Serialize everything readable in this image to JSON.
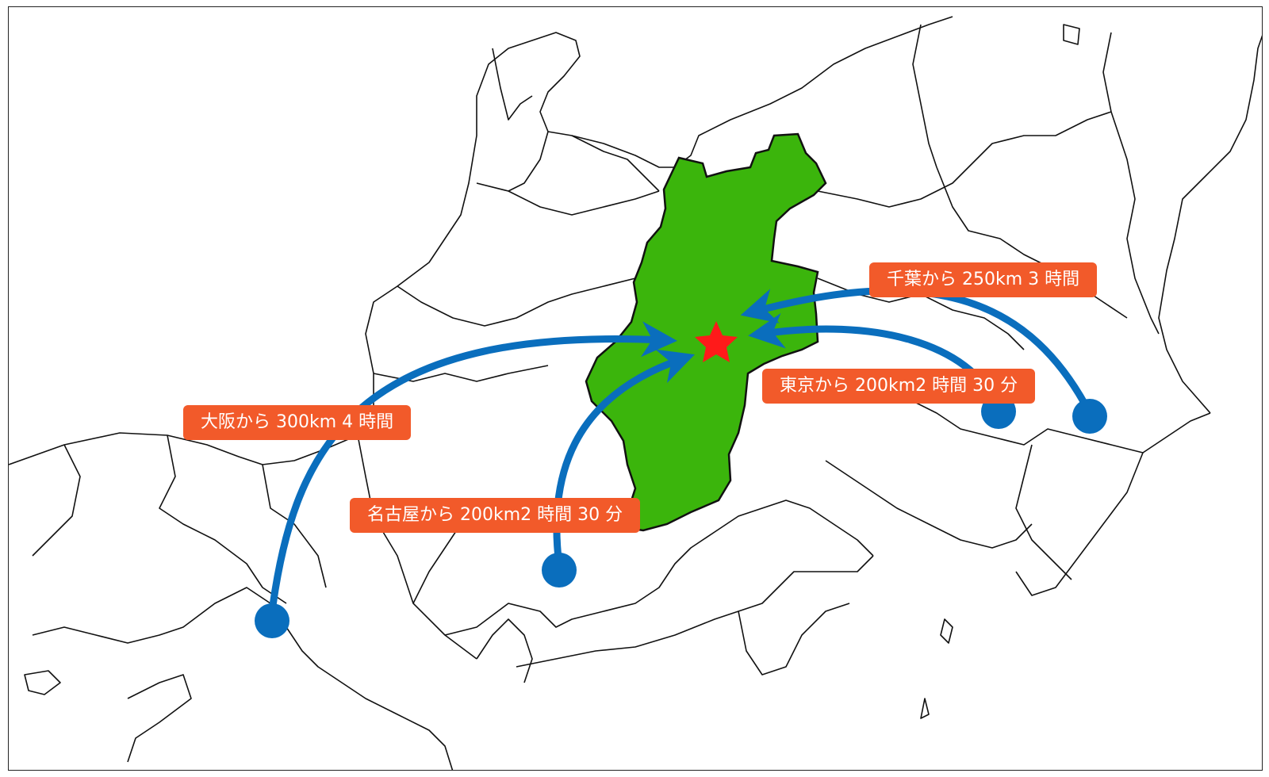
{
  "colors": {
    "highlight_prefecture": "#3bb50c",
    "route_arrow": "#0a6ebd",
    "origin_dot": "#0a6ebd",
    "label_background": "#f25a2a",
    "label_text": "#ffffff",
    "destination_star": "#ff1a1a",
    "border_line": "#111111"
  },
  "routes": {
    "osaka": {
      "label": "大阪から 300km 4 時間"
    },
    "nagoya": {
      "label": "名古屋から 200km2 時間 30 分"
    },
    "tokyo": {
      "label": "東京から 200km2 時間 30 分"
    },
    "chiba": {
      "label": "千葉から 250km 3 時間"
    }
  },
  "icons": {
    "destination": "star-icon",
    "origin": "circle-dot-icon"
  }
}
